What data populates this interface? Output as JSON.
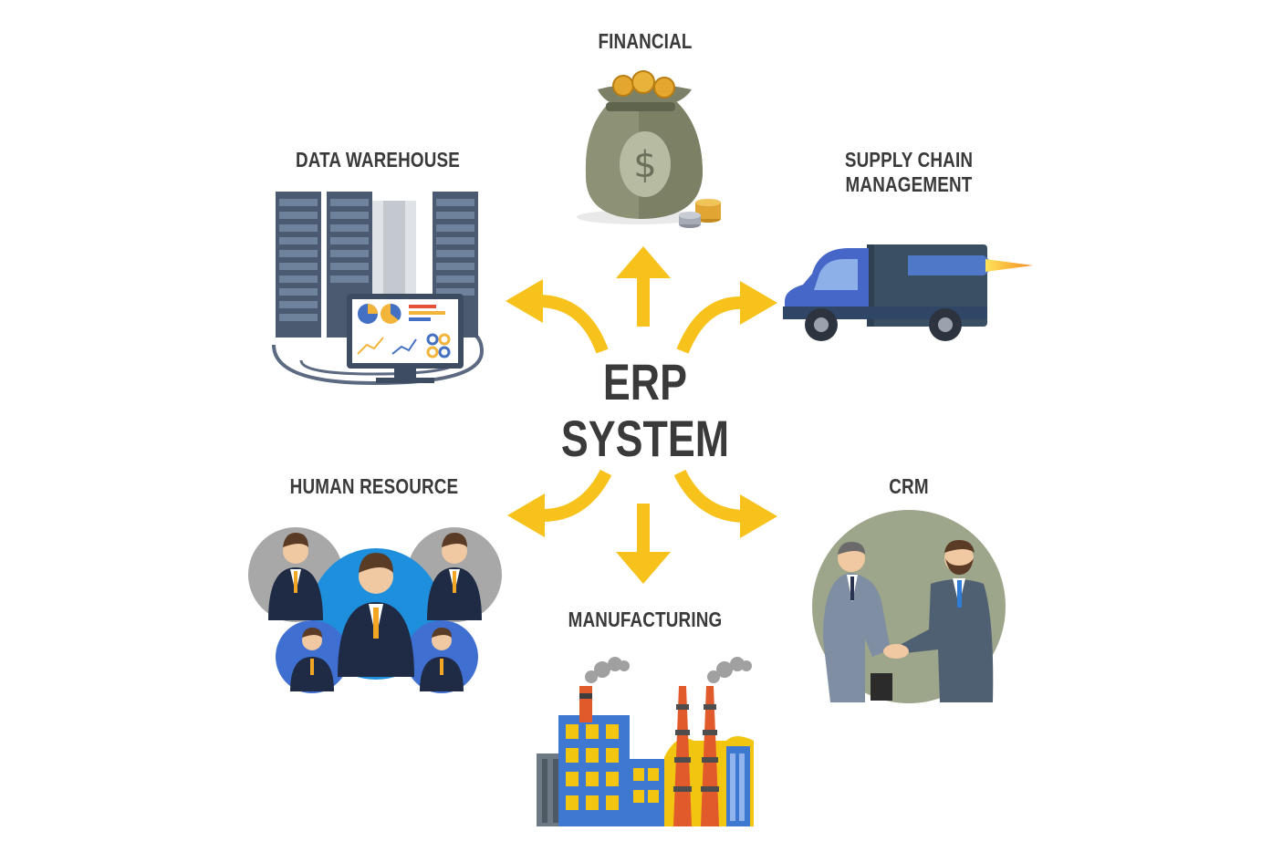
{
  "diagram": {
    "center": {
      "line1": "ERP",
      "line2": "SYSTEM"
    },
    "modules": {
      "financial": "FINANCIAL",
      "data_warehouse": "DATA WAREHOUSE",
      "supply_chain_line1": "SUPPLY CHAIN",
      "supply_chain_line2": "MANAGEMENT",
      "human_resource": "HUMAN RESOURCE",
      "crm": "CRM",
      "manufacturing": "MANUFACTURING"
    },
    "icons": [
      "money-bag-icon",
      "server-rack-icon",
      "rocket-truck-icon",
      "team-people-icon",
      "handshake-icon",
      "factory-icon"
    ],
    "colors": {
      "arrow": "#f7c21b",
      "text": "#3a3a3a",
      "accent_blue": "#2e8bd6"
    },
    "money_symbol": "$"
  }
}
